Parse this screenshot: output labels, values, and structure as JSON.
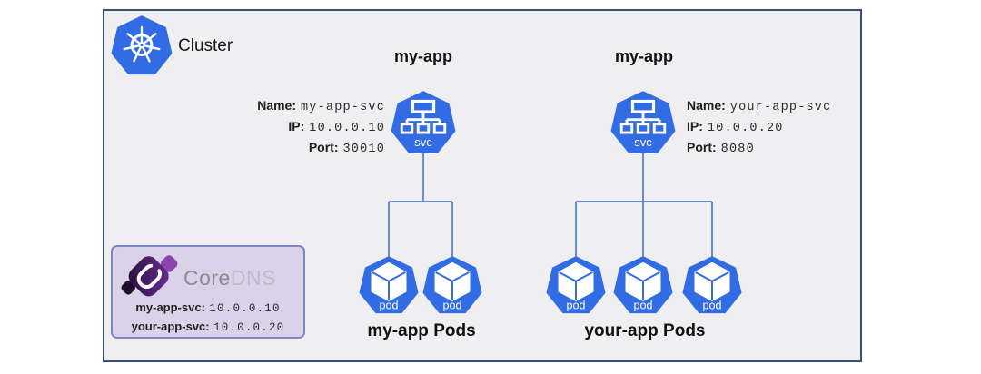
{
  "diagram": {
    "cluster": {
      "label": "Cluster"
    },
    "services": [
      {
        "title": "my-app",
        "icon_label": "svc",
        "details": [
          {
            "label": "Name:",
            "value": "my-app-svc"
          },
          {
            "label": "IP:",
            "value": "10.0.0.10"
          },
          {
            "label": "Port:",
            "value": "30010"
          }
        ],
        "pods": {
          "count": 2,
          "icon_label": "pod",
          "caption": "my-app Pods"
        }
      },
      {
        "title": "my-app",
        "icon_label": "svc",
        "details": [
          {
            "label": "Name:",
            "value": "your-app-svc"
          },
          {
            "label": "IP:",
            "value": "10.0.0.20"
          },
          {
            "label": "Port:",
            "value": "8080"
          }
        ],
        "pods": {
          "count": 3,
          "icon_label": "pod",
          "caption": "your-app Pods"
        }
      }
    ],
    "coredns": {
      "wordmark": {
        "primary": "Core",
        "secondary": "DNS"
      },
      "records": [
        {
          "label": "my-app-svc:",
          "value": "10.0.0.10"
        },
        {
          "label": "your-app-svc:",
          "value": "10.0.0.20"
        }
      ]
    },
    "colors": {
      "kubernetes_blue": "#326ce5",
      "connector_blue": "#6b8cc4",
      "cluster_border": "#3c4e74",
      "cluster_bg": "#efeff2",
      "coredns_panel_bg": "#d9d2e8",
      "coredns_border": "#7d85c6"
    }
  }
}
